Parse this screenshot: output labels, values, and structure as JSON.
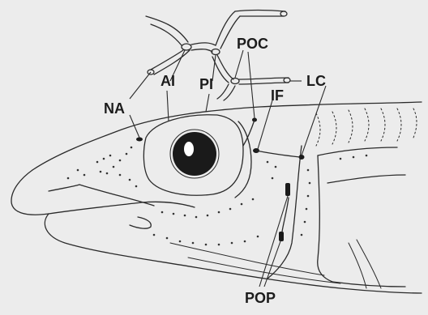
{
  "labels": {
    "na": "NA",
    "ai": "AI",
    "pi": "PI",
    "poc": "POC",
    "if": "IF",
    "lc": "LC",
    "pop": "POP"
  },
  "colors": {
    "background": "#ececec",
    "ink": "#1c1c1c"
  }
}
